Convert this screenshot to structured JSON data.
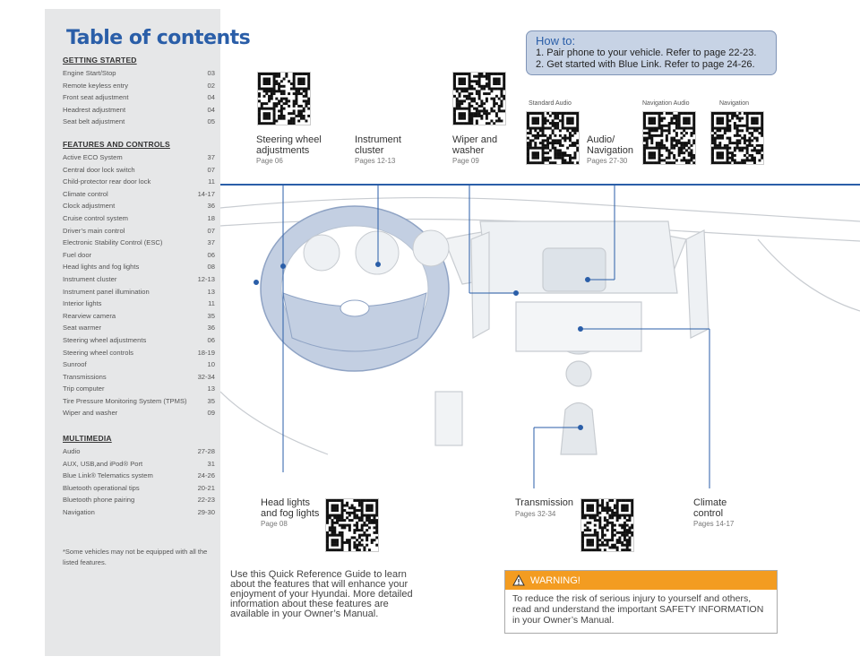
{
  "sidebar": {
    "title": "Table of contents",
    "sections": [
      {
        "heading": "GETTING STARTED",
        "items": [
          {
            "label": "Engine Start/Stop",
            "page": "03"
          },
          {
            "label": "Remote keyless entry",
            "page": "02"
          },
          {
            "label": "Front seat adjustment",
            "page": "04"
          },
          {
            "label": "Headrest adjustment",
            "page": "04"
          },
          {
            "label": "Seat belt adjustment",
            "page": "05"
          }
        ]
      },
      {
        "heading": "FEATURES AND CONTROLS",
        "items": [
          {
            "label": "Active ECO System",
            "page": "37"
          },
          {
            "label": "Central door lock switch",
            "page": "07"
          },
          {
            "label": "Child-protector rear door lock",
            "page": "11"
          },
          {
            "label": "Climate control",
            "page": "14-17"
          },
          {
            "label": "Clock adjustment",
            "page": "36"
          },
          {
            "label": "Cruise control system",
            "page": "18"
          },
          {
            "label": "Driver’s main control",
            "page": "07"
          },
          {
            "label": "Electronic Stability Control (ESC)",
            "page": "37"
          },
          {
            "label": "Fuel door",
            "page": "06"
          },
          {
            "label": "Head lights and fog lights",
            "page": "08"
          },
          {
            "label": "Instrument cluster",
            "page": "12-13"
          },
          {
            "label": "Instrument panel illumination",
            "page": "13"
          },
          {
            "label": "Interior lights",
            "page": "11"
          },
          {
            "label": "Rearview camera",
            "page": "35"
          },
          {
            "label": "Seat warmer",
            "page": "36"
          },
          {
            "label": "Steering wheel adjustments",
            "page": "06"
          },
          {
            "label": "Steering wheel controls",
            "page": "18-19"
          },
          {
            "label": "Sunroof",
            "page": "10"
          },
          {
            "label": "Transmissions",
            "page": "32-34"
          },
          {
            "label": "Trip computer",
            "page": "13"
          },
          {
            "label": "Tire Pressure Monitoring System (TPMS)",
            "page": "35"
          },
          {
            "label": "Wiper and washer",
            "page": "09"
          }
        ]
      },
      {
        "heading": "MULTIMEDIA",
        "items": [
          {
            "label": "Audio",
            "page": "27-28"
          },
          {
            "label": "AUX, USB,and iPod® Port",
            "page": "31"
          },
          {
            "label": "Blue Link® Telematics system",
            "page": "24-26"
          },
          {
            "label": "Bluetooth operational tips",
            "page": "20-21"
          },
          {
            "label": "Bluetooth phone pairing",
            "page": "22-23"
          },
          {
            "label": "Navigation",
            "page": "29-30"
          }
        ]
      }
    ],
    "footnote": "*Some vehicles may not be equipped with all the listed features."
  },
  "howto": {
    "title": "How to:",
    "line1": "1. Pair phone to your vehicle. Refer to page 22-23.",
    "line2": "2. Get started with Blue Link. Refer to page 24-26."
  },
  "qr_labels": {
    "standard_audio": "Standard Audio",
    "navigation_audio": "Navigation Audio",
    "navigation": "Navigation"
  },
  "callouts": {
    "steering": {
      "title": "Steering wheel\nadjustments",
      "page": "Page 06"
    },
    "cluster": {
      "title": "Instrument\ncluster",
      "page": "Pages 12-13"
    },
    "wiper": {
      "title": "Wiper and\nwasher",
      "page": "Page 09"
    },
    "audio": {
      "title": "Audio/\nNavigation",
      "page": "Pages 27-30"
    },
    "headlights": {
      "title": "Head lights\nand fog lights",
      "page": "Page 08"
    },
    "transmission": {
      "title": "Transmission",
      "page": "Pages 32-34"
    },
    "climate": {
      "title": "Climate\ncontrol",
      "page": "Pages 14-17"
    }
  },
  "intro": "Use this Quick Reference Guide to learn about the features that will enhance your enjoyment of your Hyundai. More detailed information about these features are available in your Owner’s Manual.",
  "warning": {
    "title": "WARNING!",
    "text": "To reduce the risk of serious injury to yourself and others, read and understand the important SAFETY INFORMATION in your Owner’s Manual."
  },
  "colors": {
    "accent_blue": "#2a5ea8",
    "sidebar_bg": "#e6e7e8",
    "warning_orange": "#f39c21",
    "howto_bg": "#c7d3e5"
  }
}
